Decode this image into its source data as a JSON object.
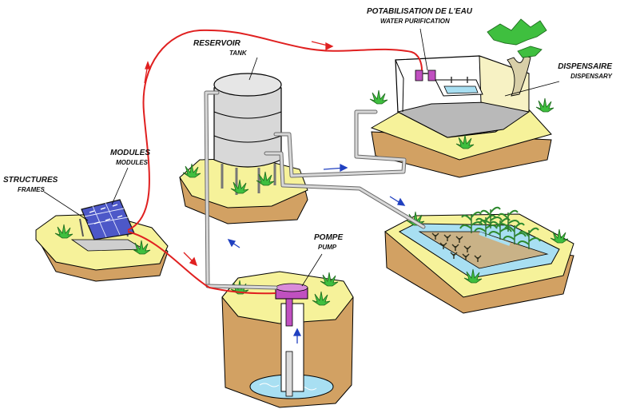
{
  "labels": {
    "water_purification": {
      "fr": "POTABILISATION DE L'EAU",
      "en": "WATER PURIFICATION"
    },
    "tank": {
      "fr": "RESERVOIR",
      "en": "TANK"
    },
    "dispensary": {
      "fr": "DISPENSAIRE",
      "en": "DISPENSARY"
    },
    "modules": {
      "fr": "MODULES",
      "en": "MODULES"
    },
    "frames": {
      "fr": "STRUCTURES",
      "en": "FRAMES"
    },
    "pump": {
      "fr": "POMPE",
      "en": "PUMP"
    }
  },
  "colors": {
    "cable": "#e02020",
    "water_flow_arrow": "#2040c0",
    "ground_top": "#f6f29a",
    "soil": "#d2a163",
    "soil_dark": "#b47f45",
    "grass": "#3fbf3f",
    "pipe": "#c8c8c8",
    "water": "#a8dff2",
    "pump": "#c050c0",
    "solar_panel": "#4d58c8"
  },
  "icons": {
    "tank": "water-tank-icon",
    "pump": "submersible-pump-icon",
    "solar": "solar-panel-icon",
    "tree": "tree-icon",
    "crops": "crop-plant-icon",
    "sink": "sink-icon",
    "filter": "filter-icon"
  }
}
